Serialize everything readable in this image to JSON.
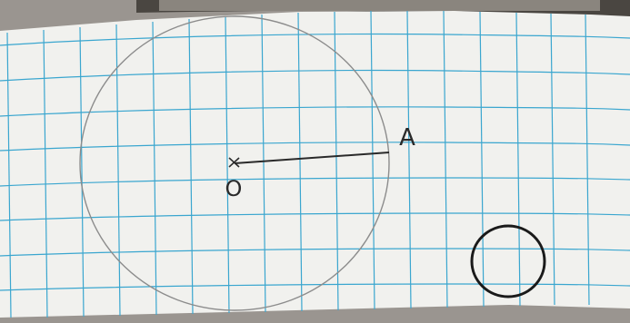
{
  "figure": {
    "point_center_label": "O",
    "point_radius_end_label": "A",
    "center_marker": "cross",
    "main_circle_radius_squares": 4,
    "small_circle_radius_squares": 1
  },
  "colors": {
    "paper": "#f1f1ee",
    "grid": "#3aa6cf",
    "main_circle": "#8c8c8c",
    "ink": "#2a2a2a",
    "small_circle": "#1a1a1a",
    "shadow": "#5a5651"
  }
}
